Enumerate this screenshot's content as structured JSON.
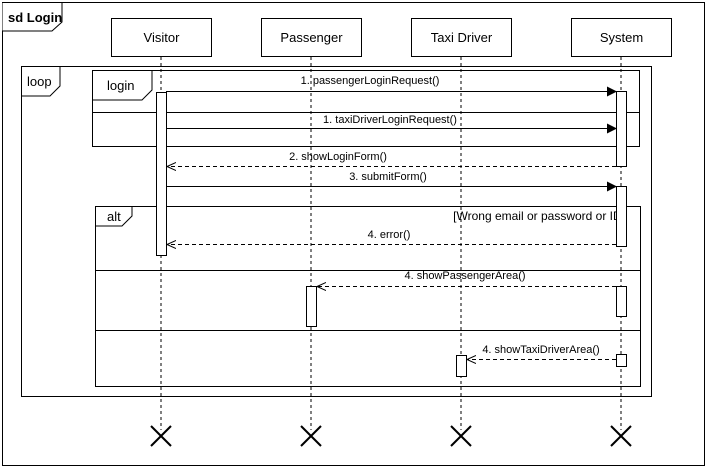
{
  "frame": {
    "title": "sd Login"
  },
  "participants": [
    {
      "name": "Visitor"
    },
    {
      "name": "Passenger"
    },
    {
      "name": "Taxi Driver"
    },
    {
      "name": "System"
    }
  ],
  "fragments": {
    "loop": {
      "label": "loop"
    },
    "login": {
      "label": "login"
    },
    "alt": {
      "label": "alt",
      "guard": "[Wrong email or password or ID]"
    }
  },
  "messages": [
    {
      "label": "1. passengerLoginRequest()",
      "type": "sync"
    },
    {
      "label": "1. taxiDriverLoginRequest()",
      "type": "sync"
    },
    {
      "label": "2. showLoginForm()",
      "type": "return"
    },
    {
      "label": "3. submitForm()",
      "type": "sync"
    },
    {
      "label": "4. error()",
      "type": "return"
    },
    {
      "label": "4. showPassengerArea()",
      "type": "return"
    },
    {
      "label": "4. showTaxiDriverArea()",
      "type": "return"
    }
  ]
}
